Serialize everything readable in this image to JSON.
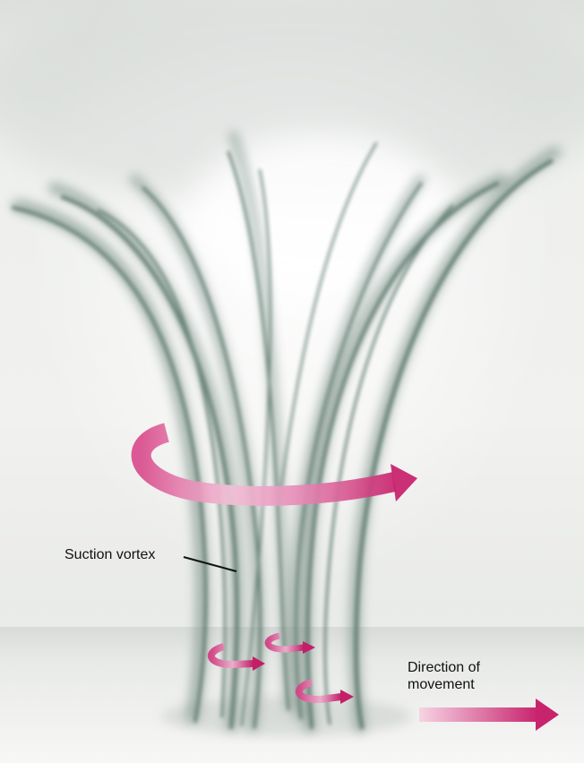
{
  "labels": {
    "suction_vortex": "Suction vortex",
    "direction_line1": "Direction of",
    "direction_line2": "movement"
  },
  "colors": {
    "sky": "#eef0ee",
    "funnel_strand": "#5f7a70",
    "arrow_magenta": "#c8246e",
    "arrow_pale": "#f2b8d2",
    "ground": "#e4e6e4",
    "text": "#111111"
  }
}
